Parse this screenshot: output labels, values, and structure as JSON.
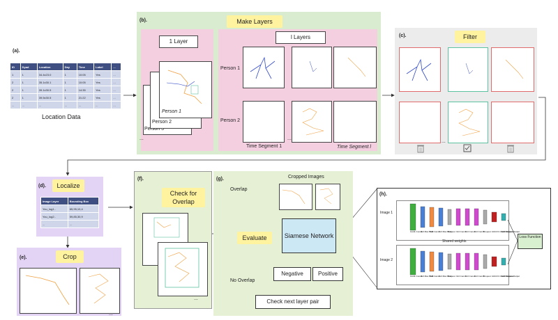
{
  "panel_a": {
    "label": "(a).",
    "columns": [
      "ID",
      "Dyad",
      "Location",
      "Day",
      "Time",
      "Label",
      "..."
    ],
    "rows": [
      [
        "1",
        "1",
        "34.4x23.0",
        "1",
        "10:05",
        "Yes",
        "..."
      ],
      [
        "2",
        "1",
        "35.1x30.1",
        "1",
        "10:05",
        "Yes",
        "..."
      ],
      [
        "2",
        "1",
        "39.1x30.5",
        "1",
        "14:35",
        "Yes",
        "..."
      ],
      [
        "2",
        "1",
        "39.5x30.5",
        "1",
        "21:22",
        "Yes",
        "..."
      ],
      [
        "...",
        "...",
        "...",
        "...",
        "...",
        "...",
        "..."
      ]
    ],
    "caption": "Location Data"
  },
  "panel_b": {
    "label": "(b).",
    "title": "Make Layers",
    "one_layer_title": "1 Layer",
    "l_layers_title": "l Layers",
    "stack_labels": [
      "Person 1",
      "Person 2",
      "Person 3"
    ],
    "row_labels": [
      "Person 1",
      "Person 2"
    ],
    "segment_labels": [
      "Time Segment 1",
      "Time Segment l"
    ],
    "dots": "..."
  },
  "panel_c": {
    "label": "(c).",
    "title": "Filter",
    "dots": "...",
    "icons": [
      "trash-icon",
      "check-box-icon",
      "trash-icon"
    ]
  },
  "panel_d": {
    "label": "(d).",
    "title": "Localize",
    "columns": [
      "Image Layer",
      "Bounding Box"
    ],
    "rows": [
      [
        "You_log1..",
        "65,95,10,4"
      ],
      [
        "You_log2..",
        "59,85,30,9"
      ],
      [
        "...",
        "..."
      ]
    ]
  },
  "panel_e": {
    "label": "(e).",
    "title": "Crop",
    "dots": "..."
  },
  "panel_f": {
    "label": "(f).",
    "title": "Check for Overlap",
    "dots": "..."
  },
  "panel_g": {
    "label": "(g).",
    "cropped_images": "Cropped Images",
    "overlap": "Overlap",
    "no_overlap": "No Overlap",
    "evaluate": "Evaluate",
    "siamese": "Siamese Network",
    "negative": "Negative",
    "positive": "Positive",
    "next_pair": "Check next layer pair"
  },
  "panel_h": {
    "label": "(h).",
    "image1": "Image 1",
    "image2": "Image 2",
    "shared": "Shared weights",
    "loss": "Loss Function",
    "layer_labels": [
      "11x11 Conv1",
      "3x3 Max Pool",
      "5x5 Conv2",
      "3x3 Max Pool",
      "Dropout",
      "3x3 Conv3",
      "3x3 Conv4",
      "3x3 Conv5",
      "Dropout",
      "1024 FC ReLU Dropout",
      "128 Feature Output"
    ]
  },
  "colors": {
    "panel_b_bg": "#d9ecd0",
    "pink": "#f4cfe0",
    "panel_c_bg": "#ececec",
    "panel_d_bg": "#e3d3f5",
    "panel_g_bg": "#e6f0d5",
    "title_yellow": "#fff3a0",
    "red_box": "#e06a6a",
    "green_box": "#5cc2a0",
    "trajectory_blue": "#3048c8",
    "trajectory_orange": "#f0a040"
  }
}
